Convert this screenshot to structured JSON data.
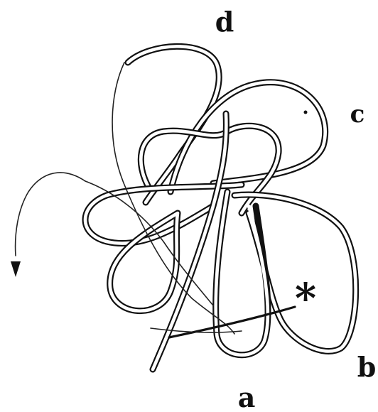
{
  "labels": {
    "d": "d",
    "c": "c",
    "b": "b",
    "a": "a",
    "star": "*"
  },
  "colors": {
    "ink": "#111111",
    "background": "#ffffff"
  }
}
